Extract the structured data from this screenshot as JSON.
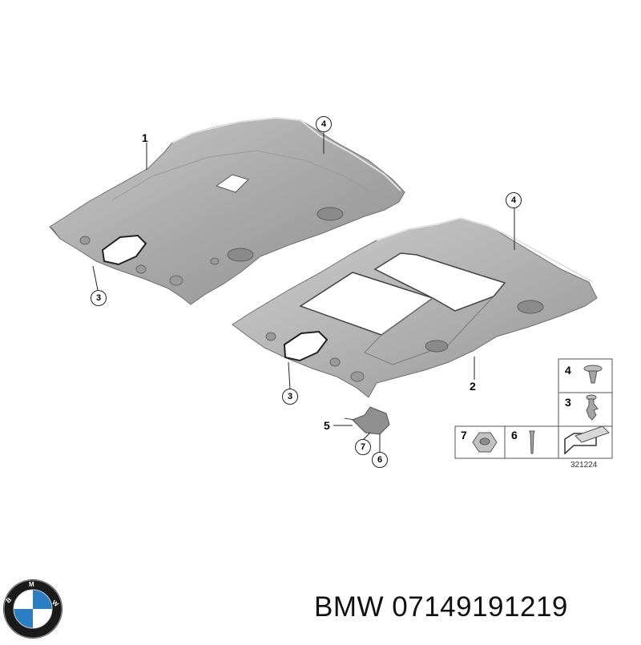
{
  "diagram": {
    "callouts": {
      "c1": "1",
      "c2": "2",
      "c3a": "3",
      "c3b": "3",
      "c4a": "4",
      "c4b": "4",
      "c5": "5",
      "c6": "6",
      "c7": "7"
    },
    "legend": {
      "row4": "4",
      "row3": "3",
      "row7": "7",
      "row6": "6"
    },
    "diagram_number": "321224"
  },
  "footer": {
    "brand_logo": {
      "icon": "bmw-roundel-logo",
      "letters": "BMW"
    },
    "caption": "BMW 07149191219"
  }
}
